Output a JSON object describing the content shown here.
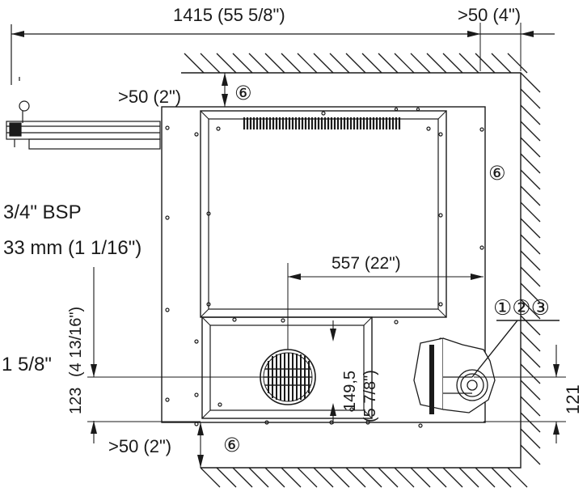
{
  "dimensions": {
    "overall_width": "1415  (55 5/8\")",
    "right_clearance": ">50  (4\")",
    "top_clearance": ">50  (2\")",
    "bottom_clearance": ">50  (2\")",
    "drain_offset": "557  (22\")",
    "drain_height": "149,5",
    "drain_height_imperial": "(5 7/8\")",
    "left_height": "123",
    "left_height_imperial": "(4 13/16\")",
    "right_height": "121"
  },
  "notes": {
    "thread": "3/4\" BSP",
    "hose_diameter": "33 mm (1 1/16\")",
    "inlet_diameter": "1 5/8\""
  },
  "callouts": {
    "clearance_marker": "⑥",
    "connection_markers": "①②③"
  },
  "colors": {
    "line": "#1a1a1a",
    "background": "#ffffff"
  }
}
